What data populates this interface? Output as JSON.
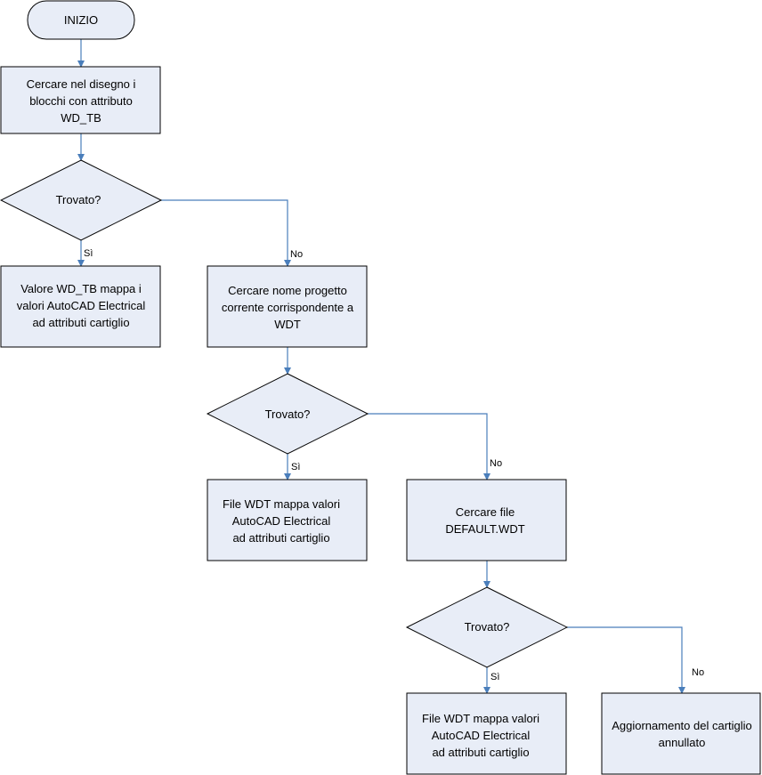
{
  "nodes": {
    "start": {
      "text": "INIZIO"
    },
    "search_blocks": {
      "lines": [
        "Cercare nel disegno i",
        "blocchi con attributo",
        "WD_TB"
      ]
    },
    "decision_1": {
      "text": "Trovato?"
    },
    "wd_tb_maps": {
      "lines": [
        "Valore WD_TB mappa i",
        "valori AutoCAD Electrical",
        "ad attributi cartiglio"
      ]
    },
    "search_project": {
      "lines": [
        "Cercare nome progetto",
        "corrente corrispondente a",
        "WDT"
      ]
    },
    "decision_2": {
      "text": "Trovato?"
    },
    "wdt_maps_1": {
      "lines": [
        "File WDT mappa valori",
        "AutoCAD Electrical",
        "ad attributi cartiglio"
      ]
    },
    "search_default": {
      "lines": [
        "Cercare file",
        "DEFAULT.WDT"
      ]
    },
    "decision_3": {
      "text": "Trovato?"
    },
    "wdt_maps_2": {
      "lines": [
        "File WDT mappa valori",
        "AutoCAD Electrical",
        "ad attributi cartiglio"
      ]
    },
    "update_cancelled": {
      "lines": [
        "Aggiornamento del cartiglio",
        "annullato"
      ]
    }
  },
  "edge_labels": {
    "d1_yes": "Sì",
    "d1_no": "No",
    "d2_yes": "Sì",
    "d2_no": "No",
    "d3_yes": "Sì",
    "d3_no": "No"
  },
  "colors": {
    "node_fill": "#e8edf7",
    "node_stroke": "#000000",
    "connector": "#4a7ebb"
  }
}
